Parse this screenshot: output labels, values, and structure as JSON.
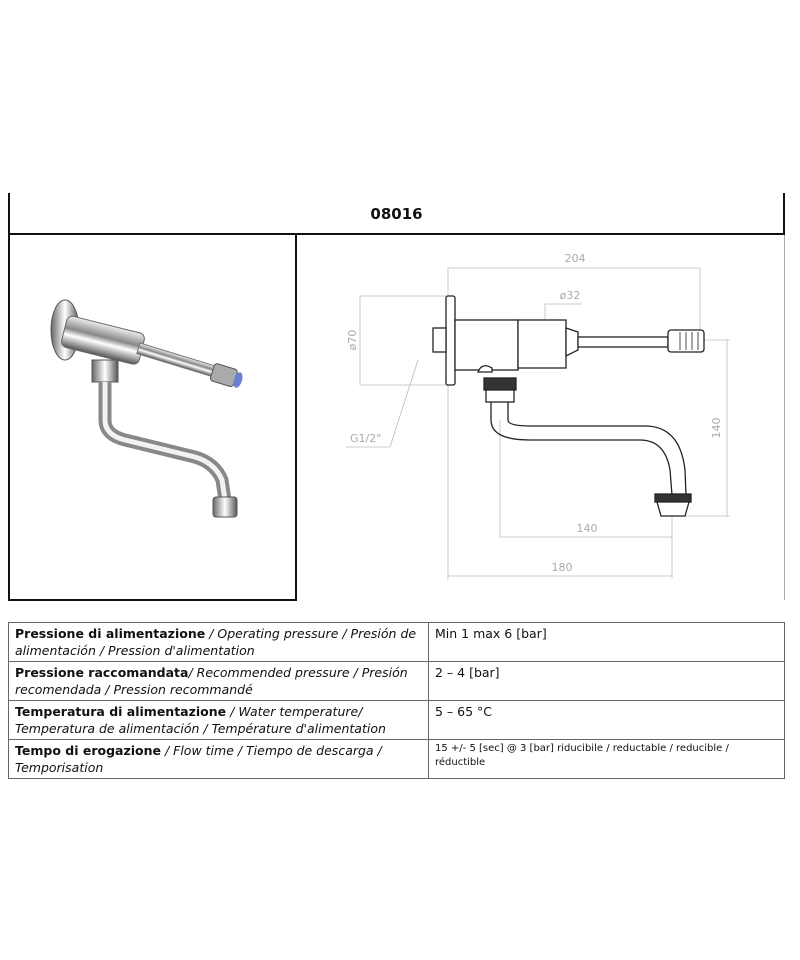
{
  "header": {
    "product_code": "08016"
  },
  "drawing": {
    "dims": {
      "overall_length": "204",
      "body_diameter": "ø32",
      "flange_diameter": "ø70",
      "thread": "G1/2\"",
      "spout_height": "140",
      "spout_reach": "140",
      "spout_length": "180"
    }
  },
  "specs": [
    {
      "label_bold": "Pressione di alimentazione",
      "label_rest": " / Operating pressure / Presión de alimentación / Pression d'alimentation",
      "value": "Min 1 max 6 [bar]"
    },
    {
      "label_bold": "Pressione raccomandata",
      "label_rest": "/ Recommended pressure / Presión recomendada / Pression recommandé",
      "value": "2 – 4 [bar]"
    },
    {
      "label_bold": "Temperatura di alimentazione",
      "label_rest": " / Water temperature/ Temperatura de alimentación / Température d'alimentation",
      "value": "5 – 65 °C"
    },
    {
      "label_bold": "Tempo di erogazione",
      "label_rest": "  / Flow time / Tiempo de descarga / Temporisation",
      "value": "15 +/- 5 [sec] @ 3 [bar] riducibile / reductable / reducible / réductible"
    }
  ]
}
